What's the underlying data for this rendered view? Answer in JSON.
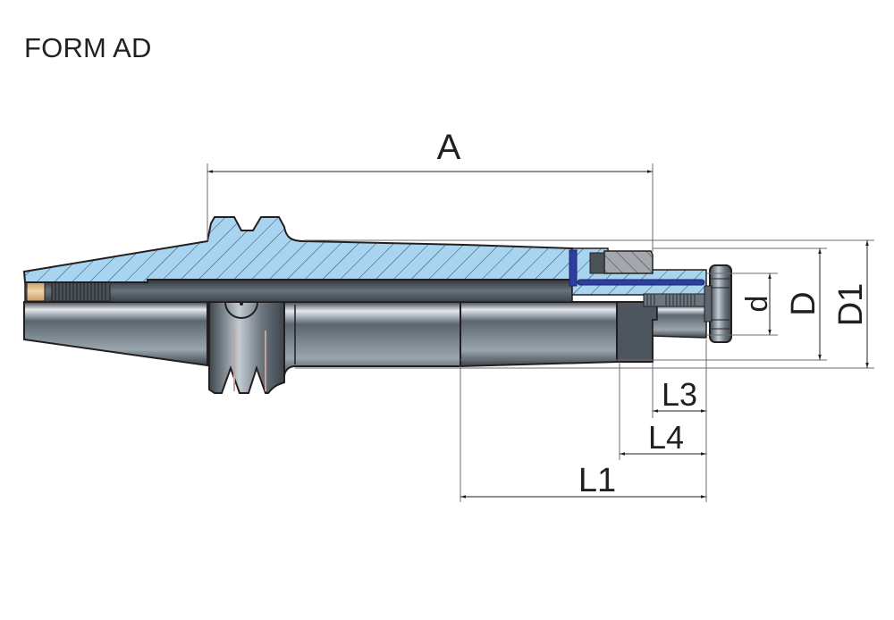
{
  "title": "FORM AD",
  "drawing": {
    "subject": "tool holder with taper shank (sectional view)",
    "colors": {
      "section_fill": "#a8d4f0",
      "hatch": "#2b4a66",
      "steel_dark": "#4a5560",
      "steel_light": "#c9d1d8",
      "coolant_channel": "#2c3fa0",
      "brass_insert": "#d9b27c",
      "nut_fill": "#9ea3a8",
      "line": "#231f20"
    },
    "dimensions": {
      "A": "A",
      "d": "d",
      "D": "D",
      "D1": "D1",
      "L1": "L1",
      "L3": "L3",
      "L4": "L4"
    }
  }
}
